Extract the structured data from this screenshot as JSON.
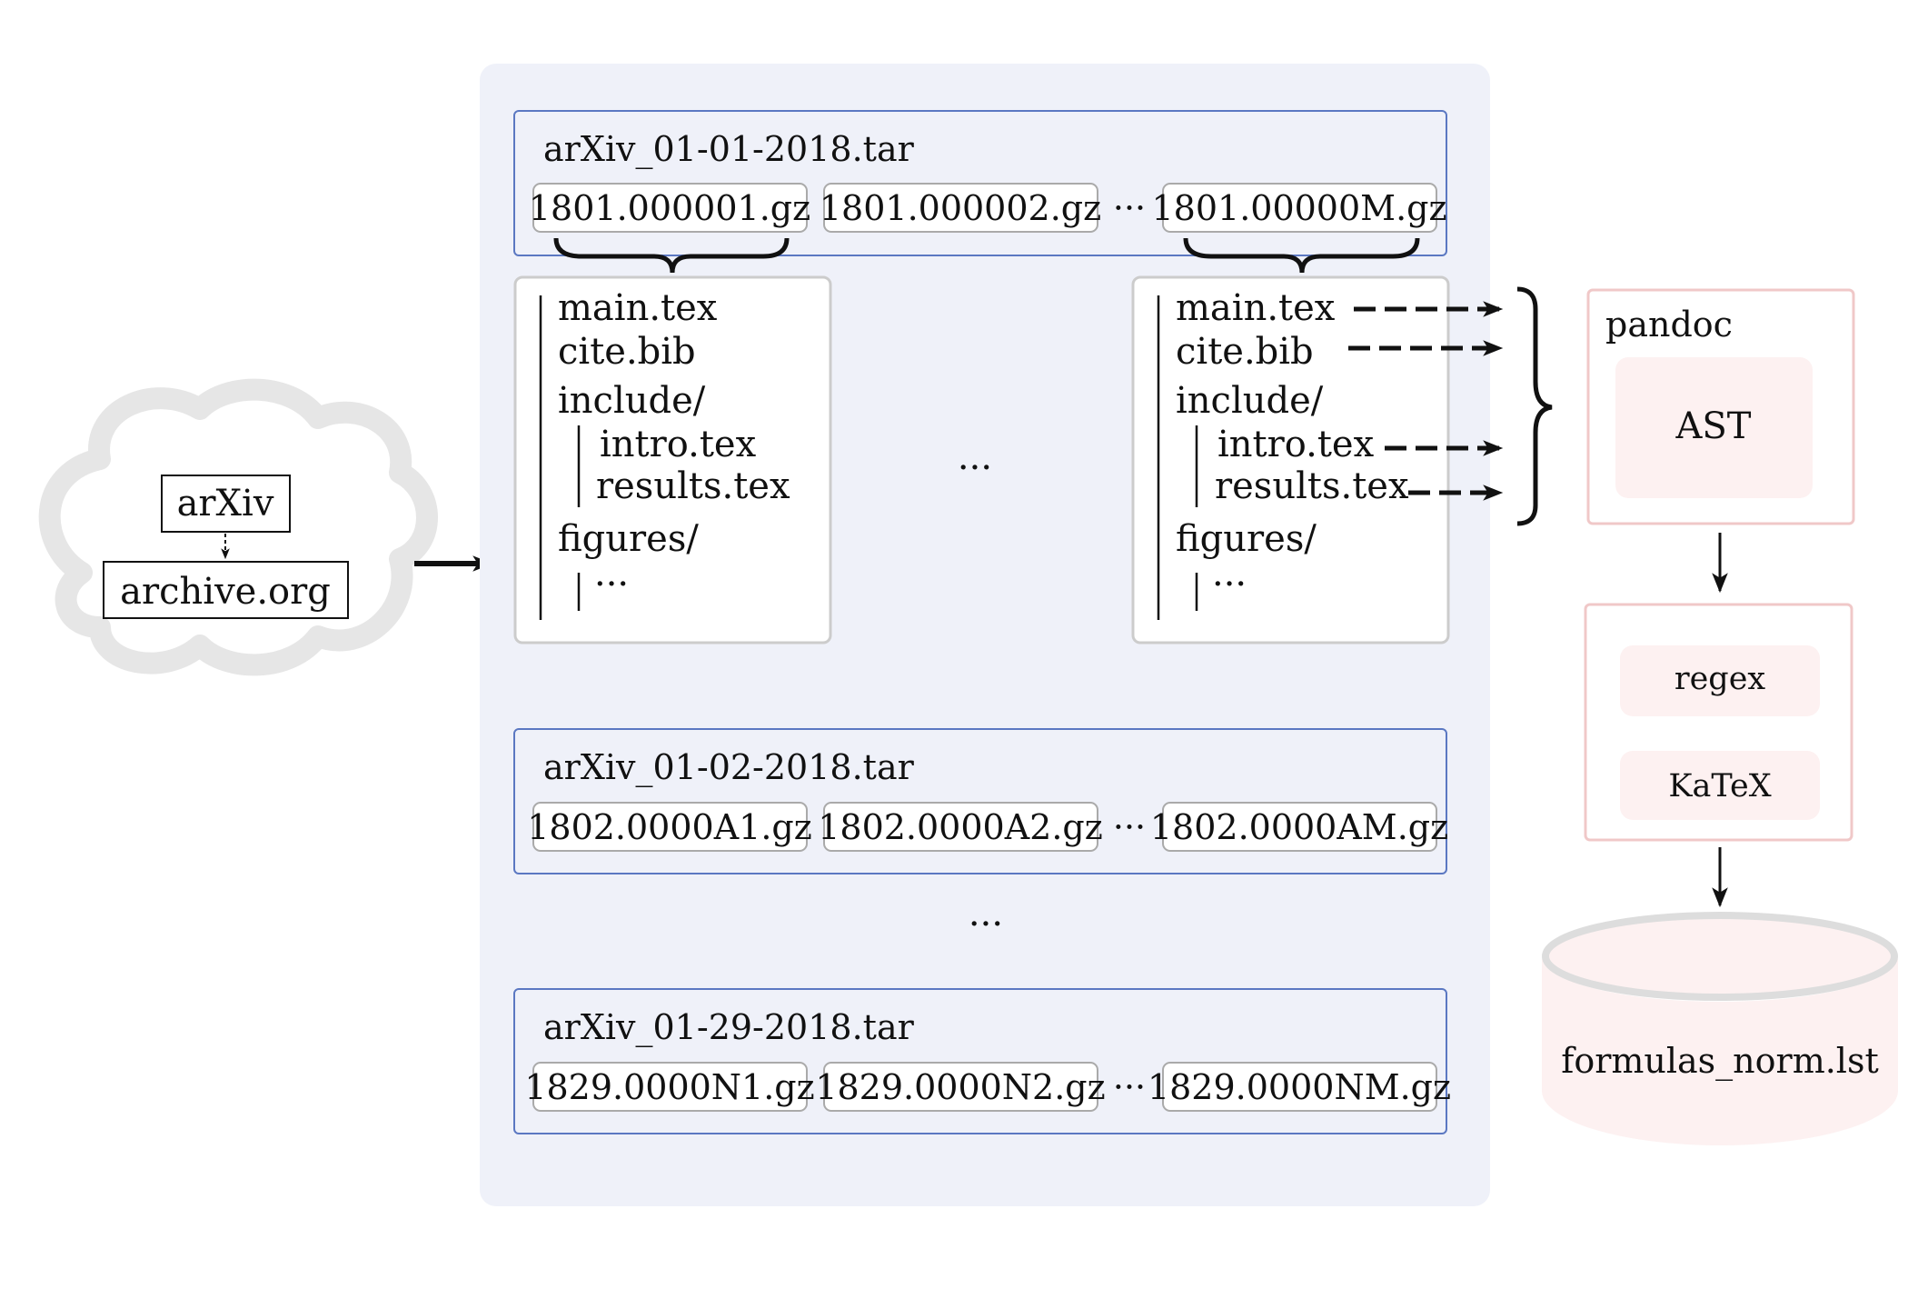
{
  "source": {
    "primary": "arXiv",
    "mirror": "archive.org"
  },
  "archives": [
    {
      "name": "arXiv_01-01-2018.tar",
      "files": [
        "1801.000001.gz",
        "1801.000002.gz",
        "1801.00000M.gz"
      ]
    },
    {
      "name": "arXiv_01-02-2018.tar",
      "files": [
        "1802.0000A1.gz",
        "1802.0000A2.gz",
        "1802.0000AM.gz"
      ]
    },
    {
      "name": "arXiv_01-29-2018.tar",
      "files": [
        "1829.0000N1.gz",
        "1829.0000N2.gz",
        "1829.0000NM.gz"
      ]
    }
  ],
  "ellipsis": "···",
  "file_tree": {
    "main": "main.tex",
    "cite": "cite.bib",
    "include_dir": "include/",
    "intro": "intro.tex",
    "results": "results.tex",
    "figures_dir": "figures/",
    "more": "···"
  },
  "pipeline": {
    "parser_label": "pandoc",
    "ast_label": "AST",
    "regex_label": "regex",
    "katex_label": "KaTeX",
    "output_label": "formulas_norm.lst"
  },
  "colors": {
    "panel_bg": "#eff1f9",
    "archive_border": "#5b78c2",
    "gray_border": "#aaaaaa",
    "pink_border": "#f0c8c8",
    "pink_fill": "#fdf1f1",
    "cloud": "#e6e6e6"
  }
}
